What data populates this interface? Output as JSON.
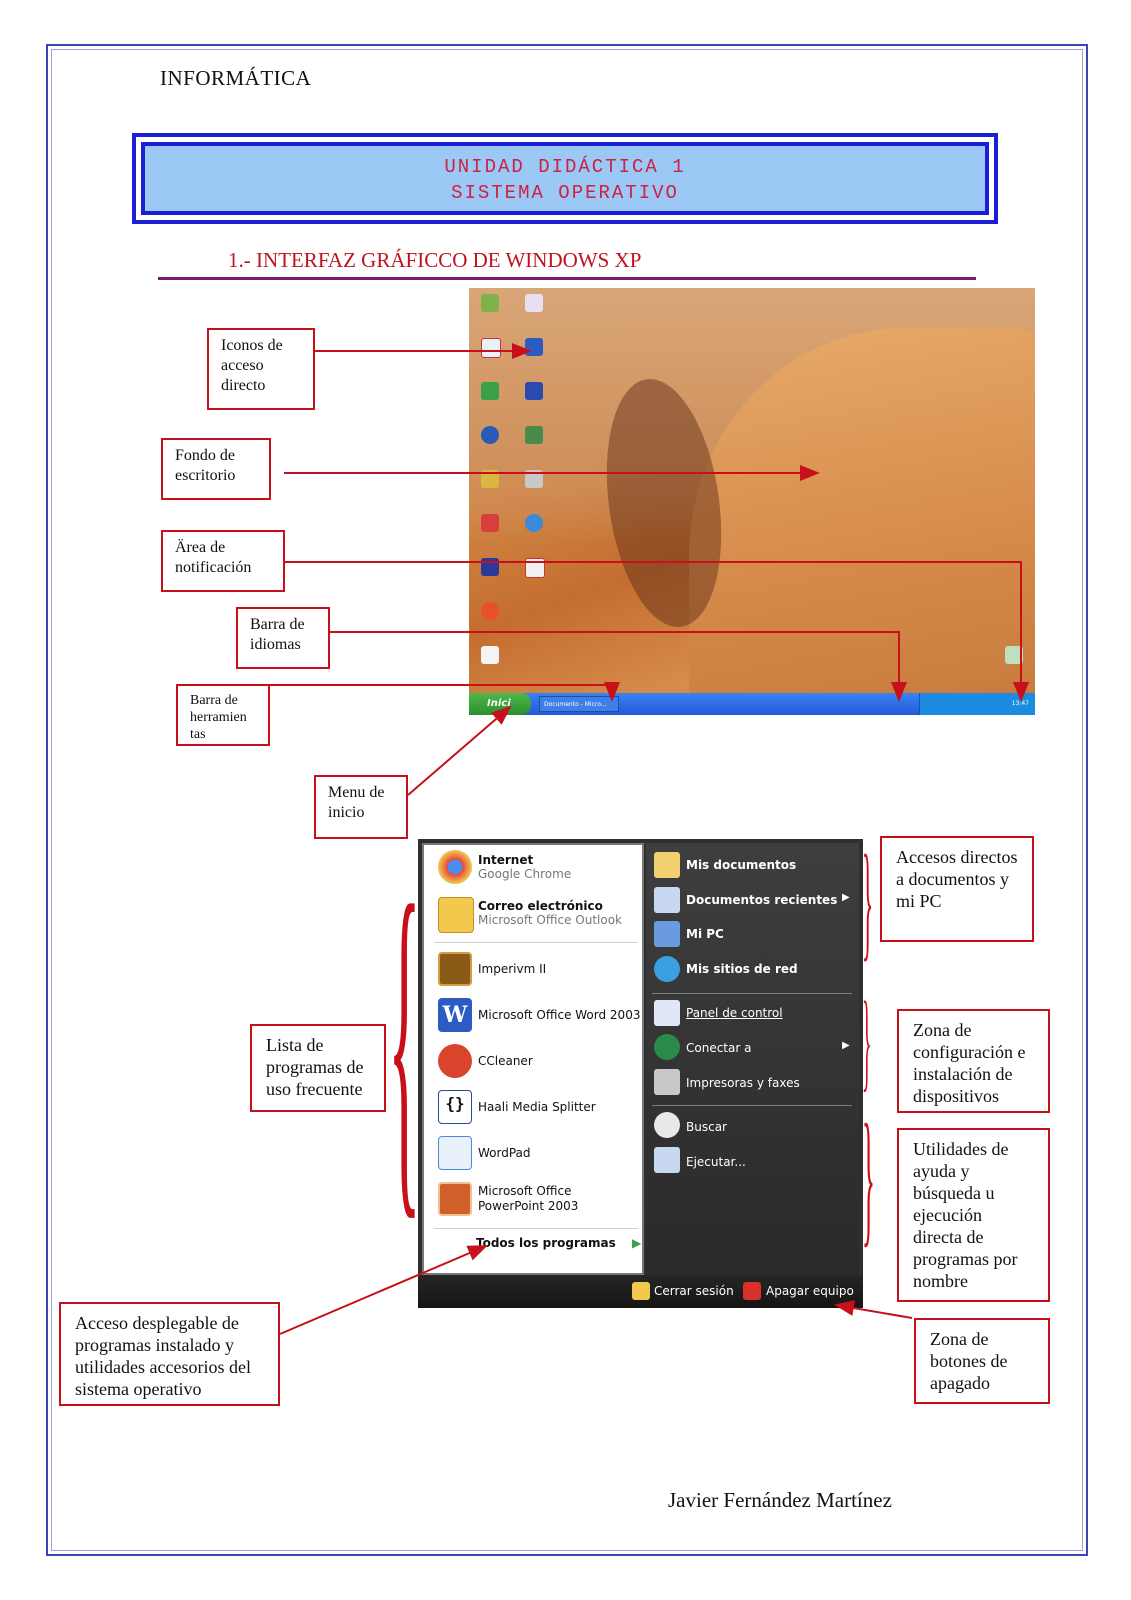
{
  "header": {
    "subject": "INFORMÁTICA"
  },
  "unit": {
    "line1": "UNIDAD DIDÁCTICA 1",
    "line2": "SISTEMA OPERATIVO"
  },
  "section": {
    "title": "1.- INTERFAZ GRÁFICCO DE WINDOWS XP"
  },
  "desktop": {
    "taskbar": {
      "start": "Inici",
      "task": "Documento - Micro...",
      "clock": "13:47"
    }
  },
  "callouts": {
    "iconos": "Iconos de acceso directo",
    "fondo": "Fondo de escritorio",
    "notificacion": "Ärea de notificación",
    "idiomas": "Barra de idiomas",
    "herramientas": "Barra de herramien tas",
    "menu_inicio": "Menu de inicio",
    "lista": "Lista de programas de uso frecuente",
    "accesos": "Accesos directos a documentos y mi PC",
    "configuracion": "Zona de configuración e instalación de dispositivos",
    "utilidades": "Utilidades de ayuda y búsqueda u ejecución directa de programas por nombre",
    "desplegable": "Acceso desplegable de programas instalado y utilidades accesorios del sistema operativo",
    "apagado": "Zona de botones de apagado"
  },
  "start_menu": {
    "pinned": [
      {
        "title": "Internet",
        "sub": "Google Chrome",
        "icon": "chrome-icon",
        "color": "#e8453c"
      },
      {
        "title": "Correo electrónico",
        "sub": "Microsoft Office Outlook",
        "icon": "outlook-icon",
        "color": "#f2c94c"
      }
    ],
    "recent": [
      {
        "title": "Imperivm II",
        "icon": "imperivm-icon",
        "color": "#8a5a16"
      },
      {
        "title": "Microsoft Office Word 2003",
        "icon": "word-icon",
        "color": "#2b5cc4"
      },
      {
        "title": "CCleaner",
        "icon": "ccleaner-icon",
        "color": "#d8442c"
      },
      {
        "title": "Haali Media Splitter",
        "icon": "matroska-icon",
        "color": "#2a4a9a"
      },
      {
        "title": "WordPad",
        "icon": "wordpad-icon",
        "color": "#4a8ad8"
      },
      {
        "title": "Microsoft Office PowerPoint 2003",
        "icon": "powerpoint-icon",
        "color": "#d0602a"
      }
    ],
    "all_programs": "Todos los programas",
    "right": [
      {
        "label": "Mis documentos",
        "icon": "folder-documents-icon",
        "bold": true
      },
      {
        "label": "Documentos recientes",
        "icon": "recent-documents-icon",
        "bold": true,
        "arrow": true
      },
      {
        "label": "Mi PC",
        "icon": "my-computer-icon",
        "bold": true
      },
      {
        "label": "Mis sitios de red",
        "icon": "network-icon",
        "bold": true
      },
      {
        "label": "Panel de control",
        "icon": "control-panel-icon",
        "bold": false
      },
      {
        "label": "Conectar a",
        "icon": "connect-icon",
        "bold": false,
        "arrow": true
      },
      {
        "label": "Impresoras y faxes",
        "icon": "printer-icon",
        "bold": false
      },
      {
        "label": "Buscar",
        "icon": "search-icon",
        "bold": false
      },
      {
        "label": "Ejecutar...",
        "icon": "run-icon",
        "bold": false
      }
    ],
    "logoff": "Cerrar sesión",
    "shutdown": "Apagar equipo"
  },
  "footer": {
    "author": "Javier Fernández Martínez"
  },
  "colors": {
    "accent_red": "#c8101a",
    "frame_blue": "#1a1fd6",
    "title_red": "#c0121e"
  }
}
